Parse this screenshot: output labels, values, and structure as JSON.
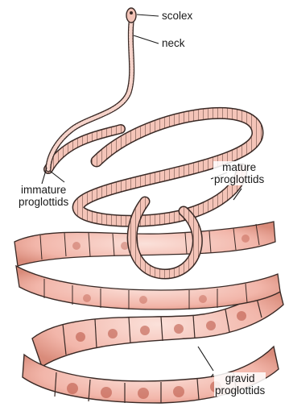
{
  "labels": {
    "scolex": "scolex",
    "neck": "neck",
    "immature": [
      "immature",
      "proglottids"
    ],
    "mature": [
      "mature",
      "proglottids"
    ],
    "gravid": [
      "gravid",
      "proglottids"
    ]
  },
  "colors": {
    "segment_fill": "#f6c8bf",
    "segment_shade": "#d97e6c",
    "outline": "#3a2a26",
    "spot": "#b8503f"
  }
}
